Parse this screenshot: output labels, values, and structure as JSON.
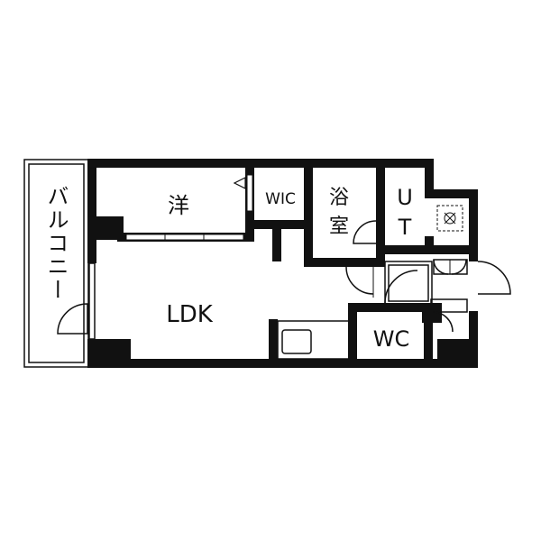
{
  "floor_plan": {
    "rooms": {
      "balcony": "バルコニー",
      "western_room": "洋",
      "wic": "WIC",
      "bath_line1": "浴",
      "bath_line2": "室",
      "utility_line1": "U",
      "utility_line2": "T",
      "ldk": "LDK",
      "wc": "WC"
    },
    "colors": {
      "wall": "#111111",
      "background": "#ffffff"
    }
  }
}
